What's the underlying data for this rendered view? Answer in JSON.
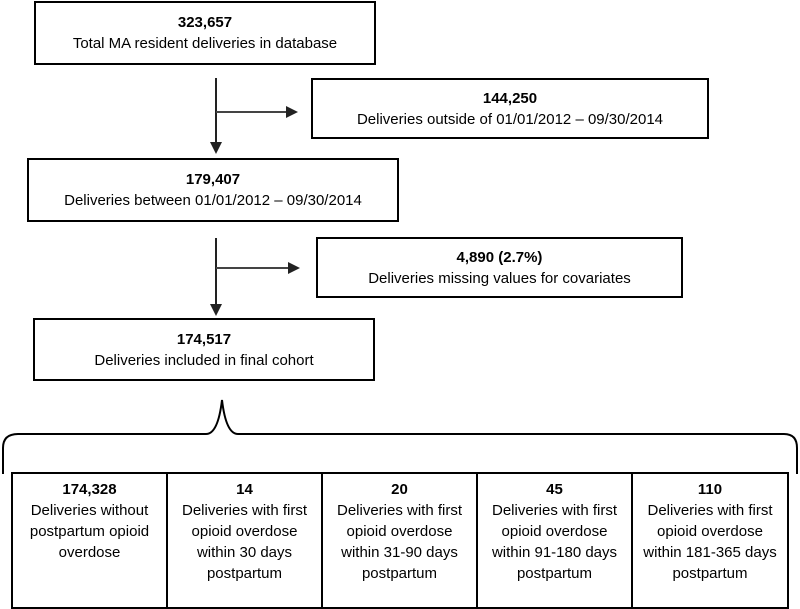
{
  "boxes": {
    "total": {
      "count": "323,657",
      "label": "Total MA resident deliveries in database"
    },
    "outside": {
      "count": "144,250",
      "label": "Deliveries outside of 01/01/2012 – 09/30/2014"
    },
    "between": {
      "count": "179,407",
      "label": "Deliveries between 01/01/2012 – 09/30/2014"
    },
    "missing": {
      "count": "4,890 (2.7%)",
      "label": "Deliveries missing values for covariates"
    },
    "included": {
      "count": "174,517",
      "label": "Deliveries included in final cohort"
    }
  },
  "outcomes": [
    {
      "count": "174,328",
      "label": "Deliveries without postpartum opioid overdose"
    },
    {
      "count": "14",
      "label": "Deliveries with first opioid overdose within 30 days postpartum"
    },
    {
      "count": "20",
      "label": "Deliveries with first opioid overdose within 31-90 days postpartum"
    },
    {
      "count": "45",
      "label": "Deliveries with first opioid overdose within 91-180 days postpartum"
    },
    {
      "count": "110",
      "label": "Deliveries with first opioid overdose within 181-365 days postpartum"
    }
  ]
}
